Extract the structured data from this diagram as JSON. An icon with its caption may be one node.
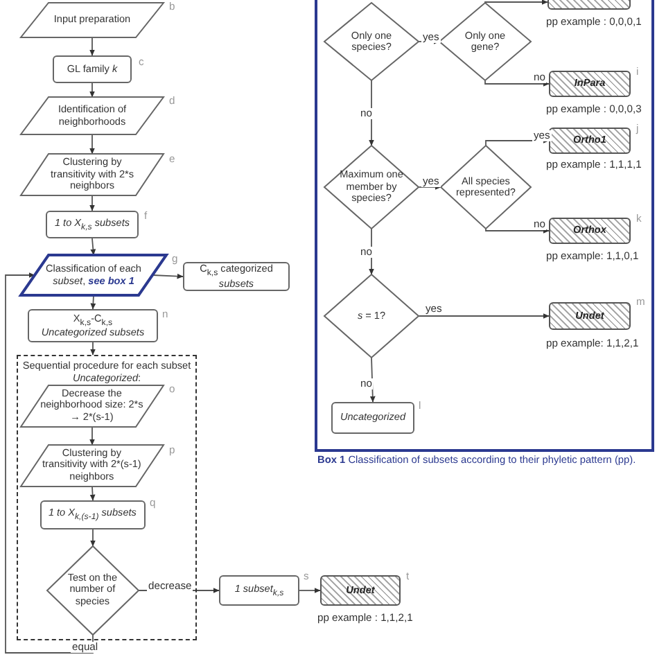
{
  "diagram": {
    "nodes": [
      {
        "text": [
          "Input preparation"
        ],
        "beside": [
          "b"
        ]
      },
      {
        "text": [
          "GL family *k*"
        ],
        "beside": [
          "c"
        ]
      },
      {
        "text": [
          "Identification of neighborhoods"
        ],
        "beside": [
          "d"
        ]
      },
      {
        "text": [
          "Clustering by transitivity with 2*s neighbors"
        ],
        "beside": [
          "e"
        ]
      },
      {
        "text": [
          "1 to X$_{k,s}$ subsets"
        ],
        "beside": [
          "f"
        ]
      },
      {
        "text": [
          "Classification of each *subset*, **see box 1**"
        ],
        "beside": [
          "g"
        ]
      },
      {
        "text": [
          "C$_{k,s}$ categorized *subsets*"
        ]
      },
      {
        "text": [
          "X$_{k,s}$-C$_{k,s}$ *Uncategorized subsets*"
        ],
        "beside": [
          "n"
        ]
      },
      {
        "text": [
          "Sequential procedure for each subset *Uncategorized*:"
        ]
      },
      {
        "text": [
          "Decrease the neighborhood size: 2*s → 2*(s-1)"
        ],
        "beside": [
          "o"
        ],
        "in": 8
      },
      {
        "text": [
          "Clustering by transitivity with 2*(s-1) neighbors"
        ],
        "beside": [
          "p"
        ],
        "in": 8
      },
      {
        "text": [
          "1 to X$_{k,(s-1)}$ subsets"
        ],
        "beside": [
          "q"
        ],
        "in": 8
      },
      {
        "text": [
          "Test on the number of species"
        ],
        "in": 8
      },
      {
        "text": [
          "1 subset$_{k,s}$"
        ],
        "beside": [
          "s"
        ]
      },
      {
        "text": [
          "Undet"
        ],
        "beside": [
          "t",
          "pp example : 1,1,2,1"
        ]
      },
      {
        "text": [
          "**Box 1** Classification of subsets according to their phyletic pattern (pp)."
        ]
      },
      {
        "text": [],
        "shape": "box",
        "in": 15,
        "beside": [
          "pp example : 0,0,0,1"
        ]
      },
      {
        "text": [
          "Only one species?"
        ],
        "in": 15
      },
      {
        "text": [
          "Only one gene?"
        ],
        "in": 15
      },
      {
        "text": [
          "InPara"
        ],
        "in": 15,
        "beside": [
          "i",
          "pp example : 0,0,0,3"
        ]
      },
      {
        "text": [
          "Maximum one member by species?"
        ],
        "in": 15
      },
      {
        "text": [
          "All species represented?"
        ],
        "in": 15
      },
      {
        "text": [
          "Ortho1"
        ],
        "in": 15,
        "beside": [
          "j",
          "pp example : 1,1,1,1"
        ]
      },
      {
        "text": [
          "Orthox"
        ],
        "in": 15,
        "beside": [
          "k",
          "pp example: 1,1,0,1"
        ]
      },
      {
        "text": [
          "*s* = 1?"
        ],
        "in": 15
      },
      {
        "text": [
          "Undet"
        ],
        "in": 15,
        "beside": [
          "m",
          "pp example: 1,1,2,1"
        ]
      },
      {
        "text": [
          "Uncategorized"
        ],
        "in": 15,
        "beside": [
          "l"
        ]
      }
    ],
    "edges": [
      {
        "from": 0,
        "to": 1,
        "arrow": "to"
      },
      {
        "from": 1,
        "to": 2,
        "arrow": "to"
      },
      {
        "from": 2,
        "to": 3,
        "arrow": "to"
      },
      {
        "from": 3,
        "to": 4,
        "arrow": "to"
      },
      {
        "from": 4,
        "to": 5,
        "arrow": "to"
      },
      {
        "from": 5,
        "to": 6,
        "arrow": "to"
      },
      {
        "from": 5,
        "to": 7,
        "arrow": "to"
      },
      {
        "from": 7,
        "to": 8,
        "arrow": "to"
      },
      {
        "from": 9,
        "to": 10,
        "arrow": "to"
      },
      {
        "from": 10,
        "to": 11,
        "arrow": "to"
      },
      {
        "from": 11,
        "to": 12,
        "arrow": "to"
      },
      {
        "from": 12,
        "to": 13,
        "label": "decrease",
        "arrow": "to"
      },
      {
        "from": 13,
        "to": 14,
        "arrow": "to"
      },
      {
        "from": 12,
        "to": 5,
        "label": "equal",
        "arrow": "to"
      },
      {
        "from": 17,
        "to": 18,
        "label": "yes",
        "arrow": "to"
      },
      {
        "from": 18,
        "to": 16,
        "arrow": "to"
      },
      {
        "from": 18,
        "to": 19,
        "label": "no",
        "arrow": "to"
      },
      {
        "from": 17,
        "to": 20,
        "label": "no",
        "arrow": "to"
      },
      {
        "from": 20,
        "to": 21,
        "label": "yes",
        "arrow": "to"
      },
      {
        "from": 21,
        "to": 22,
        "label": "yes",
        "arrow": "to"
      },
      {
        "from": 21,
        "to": 23,
        "label": "no",
        "arrow": "to"
      },
      {
        "from": 20,
        "to": 24,
        "label": "no",
        "arrow": "to"
      },
      {
        "from": 24,
        "to": 25,
        "label": "yes",
        "arrow": "to"
      },
      {
        "from": 24,
        "to": 26,
        "label": "no",
        "arrow": "to"
      }
    ]
  }
}
